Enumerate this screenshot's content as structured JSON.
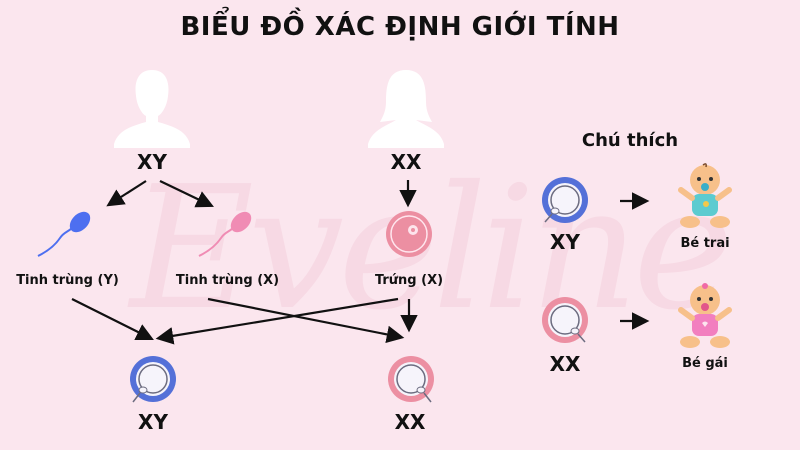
{
  "title": "BIỂU ĐỒ XÁC ĐỊNH GIỚI TÍNH",
  "watermark": "Eveline",
  "colors": {
    "background": "#fbe6ee",
    "male_blue": "#5470d8",
    "female_pink": "#ec8fa2",
    "sperm_blue": "#4d6ff0",
    "sperm_pink": "#f08cb4",
    "silhouette": "#ffffff",
    "arrow": "#111111"
  },
  "parents": {
    "father": {
      "icon": "male-silhouette-icon",
      "genotype": "XY"
    },
    "mother": {
      "icon": "female-silhouette-icon",
      "genotype": "XX"
    }
  },
  "gametes": [
    {
      "label": "Tinh trùng (Y)",
      "icon": "sperm-blue-icon"
    },
    {
      "label": "Tinh trùng (X)",
      "icon": "sperm-pink-icon"
    },
    {
      "label": "Trứng (X)",
      "icon": "egg-icon"
    }
  ],
  "offspring": [
    {
      "genotype": "XY",
      "icon": "zygote-blue-icon"
    },
    {
      "genotype": "XX",
      "icon": "zygote-pink-icon"
    }
  ],
  "legend": {
    "title": "Chú thích",
    "items": [
      {
        "genotype": "XY",
        "result": "Bé trai",
        "icon": "baby-boy-icon"
      },
      {
        "genotype": "XX",
        "result": "Bé gái",
        "icon": "baby-girl-icon"
      }
    ]
  }
}
